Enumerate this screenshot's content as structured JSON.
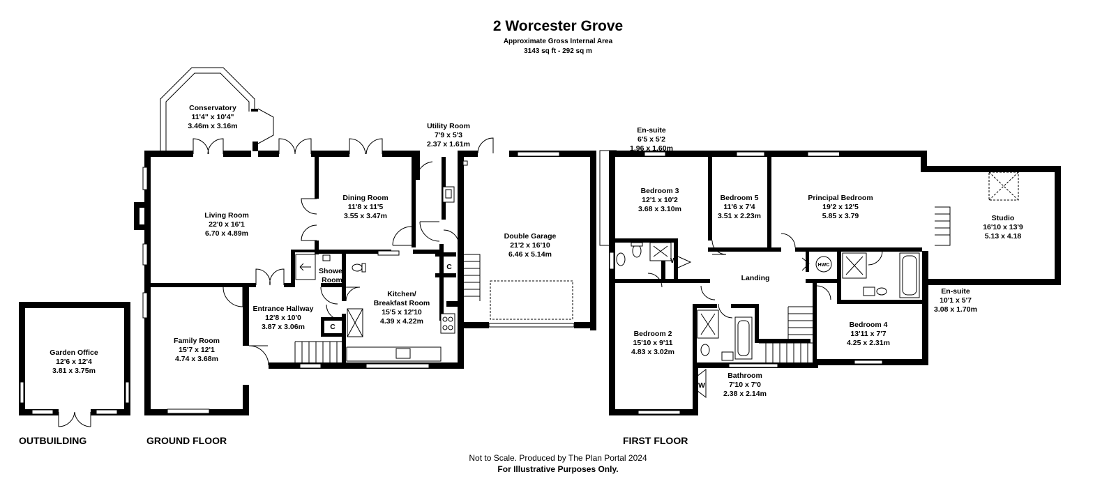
{
  "header": {
    "title": "2 Worcester Grove",
    "area_label": "Approximate Gross Internal Area",
    "area_value": "3143 sq ft - 292 sq m"
  },
  "floors": {
    "outbuilding": "OUTBUILDING",
    "ground": "GROUND FLOOR",
    "first": "FIRST FLOOR"
  },
  "rooms": {
    "garden_office": {
      "name": "Garden Office",
      "imperial": "12'6 x 12'4",
      "metric": "3.81 x 3.75m"
    },
    "conservatory": {
      "name": "Conservatory",
      "imperial": "11'4\" x 10'4\"",
      "metric": "3.46m x 3.16m"
    },
    "utility": {
      "name": "Utility Room",
      "imperial": "7'9 x 5'3",
      "metric": "2.37 x 1.61m"
    },
    "living": {
      "name": "Living Room",
      "imperial": "22'0 x 16'1",
      "metric": "6.70 x 4.89m"
    },
    "dining": {
      "name": "Dining Room",
      "imperial": "11'8 x 11'5",
      "metric": "3.55 x 3.47m"
    },
    "garage": {
      "name": "Double Garage",
      "imperial": "21'2 x 16'10",
      "metric": "6.46 x 5.14m"
    },
    "shower": {
      "name": "Shower",
      "name2": "Room"
    },
    "kitchen": {
      "name": "Kitchen/",
      "name2": "Breakfast Room",
      "imperial": "15'5 x 12'10",
      "metric": "4.39 x 4.22m"
    },
    "hallway": {
      "name": "Entrance Hallway",
      "imperial": "12'8 x 10'0",
      "metric": "3.87 x 3.06m"
    },
    "family": {
      "name": "Family Room",
      "imperial": "15'7 x 12'1",
      "metric": "4.74 x 3.68m"
    },
    "ensuite1": {
      "name": "En-suite",
      "imperial": "6'5 x 5'2",
      "metric": "1.96 x 1.60m"
    },
    "bedroom3": {
      "name": "Bedroom 3",
      "imperial": "12'1 x 10'2",
      "metric": "3.68 x 3.10m"
    },
    "bedroom5": {
      "name": "Bedroom 5",
      "imperial": "11'6 x 7'4",
      "metric": "3.51 x 2.23m"
    },
    "principal": {
      "name": "Principal Bedroom",
      "imperial": "19'2 x 12'5",
      "metric": "5.85 x 3.79"
    },
    "studio": {
      "name": "Studio",
      "imperial": "16'10 x 13'9",
      "metric": "5.13 x 4.18"
    },
    "landing": {
      "name": "Landing"
    },
    "ensuite2": {
      "name": "En-suite",
      "imperial": "10'1 x 5'7",
      "metric": "3.08 x 1.70m"
    },
    "bedroom2": {
      "name": "Bedroom 2",
      "imperial": "15'10 x 9'11",
      "metric": "4.83 x 3.02m"
    },
    "bedroom4": {
      "name": "Bedroom 4",
      "imperial": "13'11 x 7'7",
      "metric": "4.25 x 2.31m"
    },
    "bathroom": {
      "name": "Bathroom",
      "imperial": "7'10 x 7'0",
      "metric": "2.38 x 2.14m"
    }
  },
  "markers": {
    "cupboard": "C",
    "wardrobe": "W",
    "hwc": "HWC"
  },
  "footer": {
    "line1": "Not to Scale. Produced by The Plan Portal 2024",
    "line2": "For Illustrative Purposes Only."
  }
}
